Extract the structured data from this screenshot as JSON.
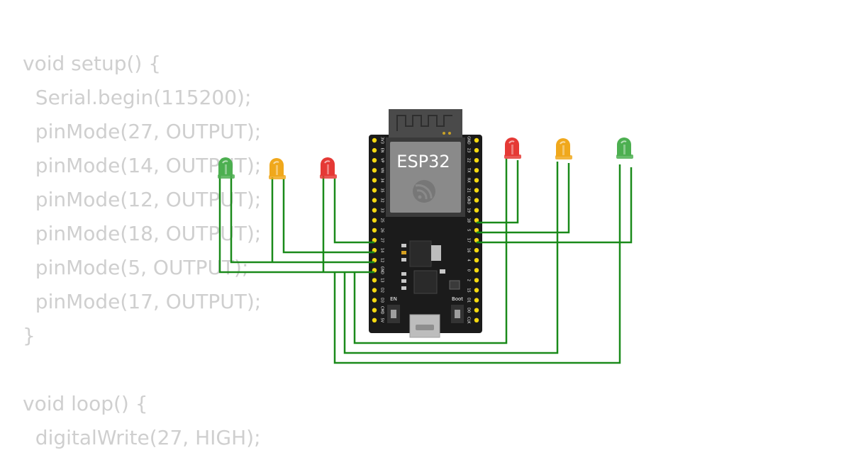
{
  "code": {
    "lines": [
      "void setup() {",
      "  Serial.begin(115200);",
      "  pinMode(27, OUTPUT);",
      "  pinMode(14, OUTPUT);",
      "  pinMode(12, OUTPUT);",
      "  pinMode(18, OUTPUT);",
      "  pinMode(5, OUTPUT);",
      "  pinMode(17, OUTPUT);",
      "}",
      "",
      "void loop() {",
      "  digitalWrite(27, HIGH);"
    ]
  },
  "board": {
    "name": "ESP32",
    "left_pins": [
      "3V3",
      "EN",
      "VP",
      "VN",
      "34",
      "35",
      "32",
      "33",
      "25",
      "26",
      "27",
      "14",
      "12",
      "GND",
      "13",
      "D2",
      "D3",
      "CMD",
      "5V"
    ],
    "right_pins": [
      "GND",
      "23",
      "22",
      "TX",
      "RX",
      "21",
      "GND",
      "19",
      "18",
      "5",
      "17",
      "16",
      "4",
      "0",
      "2",
      "15",
      "D1",
      "D0",
      "CLK"
    ],
    "en_label": "EN",
    "boot_label": "Boot"
  },
  "colors": {
    "wire": "#1a8a1a",
    "led_red": "#e53935",
    "led_yellow": "#f0a81c",
    "led_green": "#4caf50",
    "board": "#1b1b1b",
    "header_pin": "#f5d90f",
    "code_text": "#cfcfcf"
  },
  "leds": [
    {
      "color": "green"
    },
    {
      "color": "yellow"
    },
    {
      "color": "red"
    },
    {
      "color": "red"
    },
    {
      "color": "yellow"
    },
    {
      "color": "green"
    }
  ]
}
